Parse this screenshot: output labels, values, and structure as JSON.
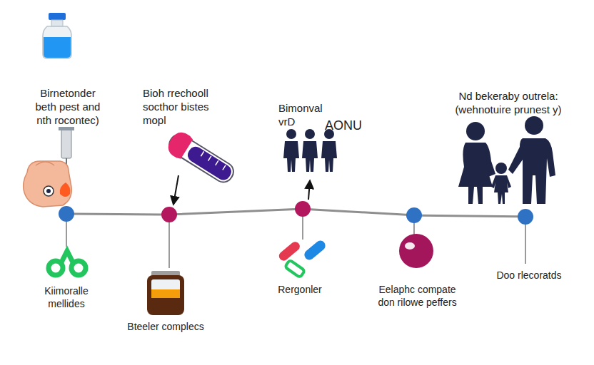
{
  "diagram": {
    "nodes": [
      {
        "text": [
          "Birnetonder beth pest and nth rocontec)",
          "Kiimoralle mellides"
        ]
      },
      {
        "text": [
          "Bioh rrechooll socthor bistes mopl",
          "Bteeler complecs"
        ]
      },
      {
        "text": [
          "Bimonval vrD",
          "AONU",
          "Rergonler"
        ]
      },
      {
        "text": [
          "Eelaphc compate don rilowe peffers"
        ]
      },
      {
        "text": [
          "Nd bekeraby outrela: (wehnotuire prunest y)",
          "Doo rlecoratds"
        ]
      }
    ],
    "edges": [
      {
        "from": 0,
        "to": 1,
        "arrow": "none"
      },
      {
        "from": 1,
        "to": 2,
        "arrow": "none"
      },
      {
        "from": 2,
        "to": 3,
        "arrow": "none"
      },
      {
        "from": 3,
        "to": 4,
        "arrow": "none"
      }
    ]
  }
}
